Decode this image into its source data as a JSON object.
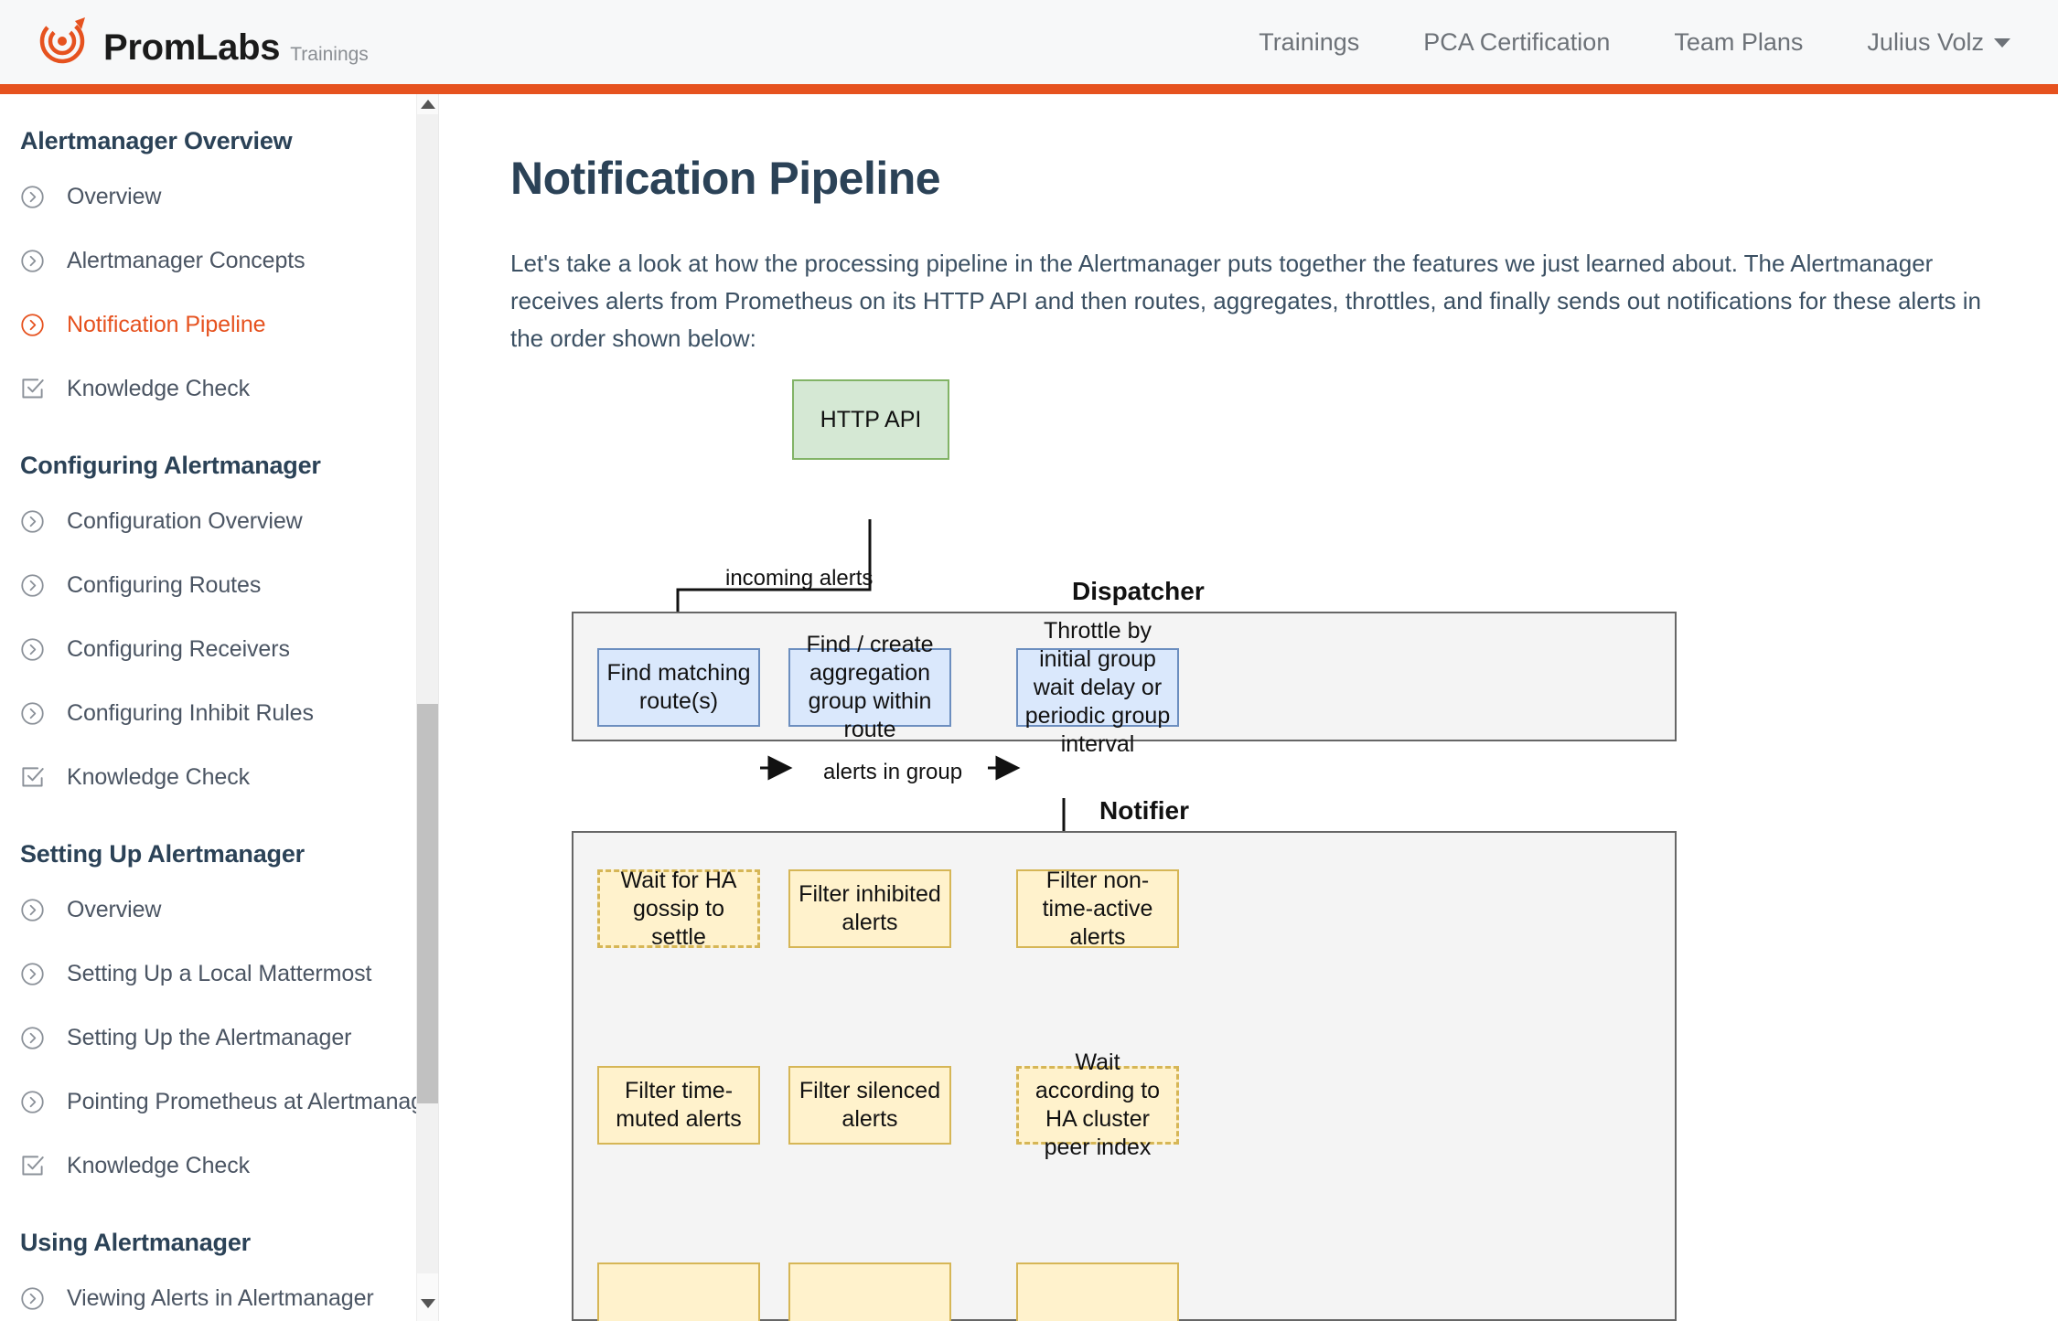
{
  "header": {
    "brand_name": "PromLabs",
    "brand_sub": "Trainings",
    "logo_icon": "promlabs-target-icon",
    "nav": [
      {
        "label": "Trainings",
        "icon": ""
      },
      {
        "label": "PCA Certification",
        "icon": ""
      },
      {
        "label": "Team Plans",
        "icon": ""
      },
      {
        "label": "Julius Volz",
        "icon": "chevron-down-icon"
      }
    ],
    "accent_color": "#e6521f",
    "background_color": "#f7f8f9"
  },
  "sidebar": {
    "scrollbar": {
      "up_arrow_icon": "scroll-up-arrow-icon",
      "down_arrow_icon": "scroll-down-arrow-icon"
    },
    "groups": [
      {
        "title": "Alertmanager Overview",
        "items": [
          {
            "label": "Overview",
            "icon": "circle-chevron-right-icon",
            "active": false
          },
          {
            "label": "Alertmanager Concepts",
            "icon": "circle-chevron-right-icon",
            "active": false
          },
          {
            "label": "Notification Pipeline",
            "icon": "circle-chevron-right-icon",
            "active": true
          },
          {
            "label": "Knowledge Check",
            "icon": "checkbox-check-icon",
            "active": false
          }
        ]
      },
      {
        "title": "Configuring Alertmanager",
        "items": [
          {
            "label": "Configuration Overview",
            "icon": "circle-chevron-right-icon",
            "active": false
          },
          {
            "label": "Configuring Routes",
            "icon": "circle-chevron-right-icon",
            "active": false
          },
          {
            "label": "Configuring Receivers",
            "icon": "circle-chevron-right-icon",
            "active": false
          },
          {
            "label": "Configuring Inhibit Rules",
            "icon": "circle-chevron-right-icon",
            "active": false
          },
          {
            "label": "Knowledge Check",
            "icon": "checkbox-check-icon",
            "active": false
          }
        ]
      },
      {
        "title": "Setting Up Alertmanager",
        "items": [
          {
            "label": "Overview",
            "icon": "circle-chevron-right-icon",
            "active": false
          },
          {
            "label": "Setting Up a Local Mattermost",
            "icon": "circle-chevron-right-icon",
            "active": false
          },
          {
            "label": "Setting Up the Alertmanager",
            "icon": "circle-chevron-right-icon",
            "active": false
          },
          {
            "label": "Pointing Prometheus at Alertmanager",
            "icon": "circle-chevron-right-icon",
            "active": false
          },
          {
            "label": "Knowledge Check",
            "icon": "checkbox-check-icon",
            "active": false
          }
        ]
      },
      {
        "title": "Using Alertmanager",
        "items": [
          {
            "label": "Viewing Alerts in Alertmanager",
            "icon": "circle-chevron-right-icon",
            "active": false
          }
        ]
      }
    ]
  },
  "main": {
    "title": "Notification Pipeline",
    "intro": "Let's take a look at how the processing pipeline in the Alertmanager puts together the features we just learned about. The Alertmanager receives alerts from Prometheus on its HTTP API and then routes, aggregates, throttles, and finally sends out notifications for these alerts in the order shown below:"
  },
  "diagram": {
    "source": {
      "label": "HTTP API"
    },
    "edge_labels": {
      "incoming": "incoming alerts",
      "in_group": "alerts in group"
    },
    "groups": [
      {
        "label": "Dispatcher",
        "boxes": [
          "Find matching route(s)",
          "Find / create aggregation group within route",
          "Throttle by initial group wait delay or periodic group interval"
        ]
      },
      {
        "label": "Notifier",
        "boxes": [
          "Wait for HA gossip to settle",
          "Filter inhibited alerts",
          "Filter non-time-active alerts",
          "Filter time-muted alerts",
          "Filter silenced alerts",
          "Wait according to HA cluster peer index"
        ]
      }
    ],
    "colors": {
      "source_fill": "#d5e8d4",
      "source_border": "#82b366",
      "dispatcher_fill": "#dae8fc",
      "dispatcher_border": "#6c8ebf",
      "notifier_fill": "#fff2cc",
      "notifier_border": "#d6b656",
      "container_fill": "#f4f4f4",
      "container_border": "#666666"
    }
  }
}
